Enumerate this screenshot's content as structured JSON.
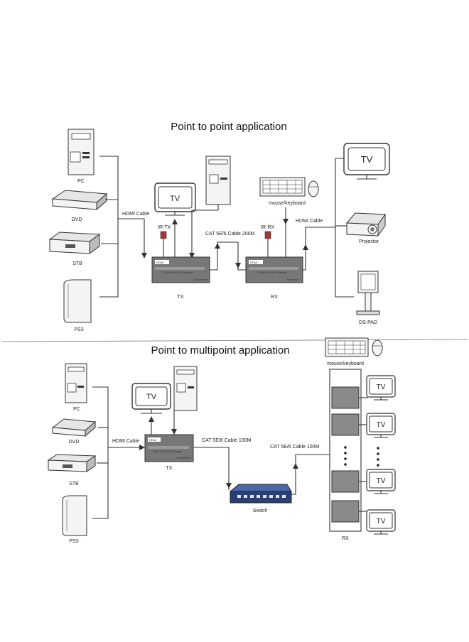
{
  "section1": {
    "title": "Point to point application",
    "sources": [
      "PC",
      "DVD",
      "STB",
      "PS3"
    ],
    "hdmi_cable_left": "HDMI Cable",
    "tv": "TV",
    "ir_tx": "IR-TX",
    "ir_rx": "IR-RX",
    "cat_cable": "CAT 5E/6 Cable 200M",
    "mouse_keyboard": "mouse/keyboard",
    "hdmi_cable_right": "HDMI Cable",
    "tx_label": "TX",
    "rx_label": "RX",
    "tx_unit_text": "200M KVM IP Extender",
    "rx_unit_text": "200M KVM IP Extender",
    "tx_unit_sub": "Transmitter",
    "rx_unit_sub": "Receiver",
    "hdmi_logo": "HDMI",
    "sink_tv": "TV",
    "sinks": [
      "Projector",
      "DS-PAD"
    ]
  },
  "section2": {
    "title": "Point to multipoint  application",
    "sources": [
      "PC",
      "DVD",
      "STB",
      "PS3"
    ],
    "hdmi_cable": "HDMI Cable",
    "tv": "TV",
    "cat_cable_left": "CAT 5E/6 Cable 100M",
    "cat_cable_right": "CAT 5E/6 Cable 100M",
    "mouse_keyboard": "mouse/keyboard",
    "tx_label": "TX",
    "tx_unit_text": "100M KVM IP Extender",
    "tx_unit_sub": "Transmitter",
    "switch_label": "Switch",
    "rx_label": "RX",
    "rx_tvs": [
      "TV",
      "TV",
      "TV",
      "TV"
    ]
  }
}
